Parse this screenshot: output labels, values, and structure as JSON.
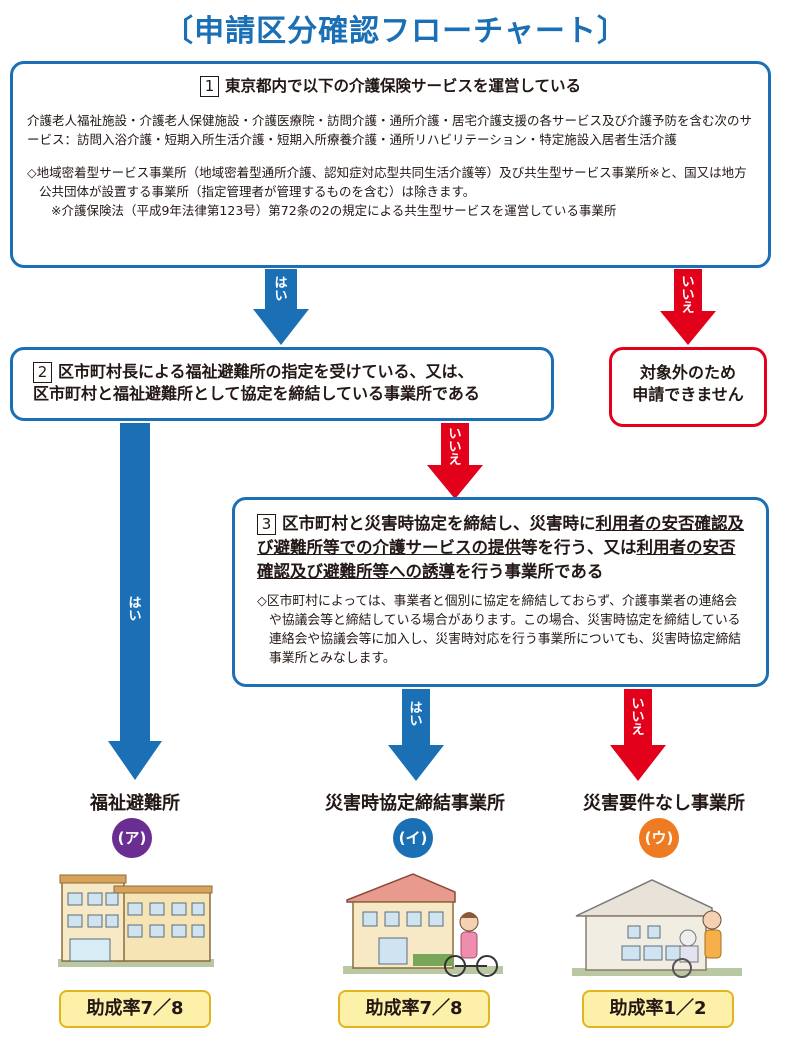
{
  "title": "〔申請区分確認フローチャート〕",
  "q1": {
    "num": "1",
    "heading": "東京都内で以下の介護保険サービスを運営している",
    "services": "介護老人福祉施設・介護老人保健施設・介護医療院・訪問介護・通所介護・居宅介護支援の各サービス及び介護予防を含む次のサービス：訪問入浴介護・短期入所生活介護・短期入所療養介護・通所リハビリテーション・特定施設入居者生活介護",
    "note": "◇地域密着型サービス事業所（地域密着型通所介護、認知症対応型共同生活介護等）及び共生型サービス事業所※と、国又は地方公共団体が設置する事業所（指定管理者が管理するものを含む）は除きます。",
    "footnote": "※介護保険法（平成9年法律第123号）第72条の2の規定による共生型サービスを運営している事業所"
  },
  "q2": {
    "num": "2",
    "line1": "区市町村長による福祉避難所の指定を受けている、又は、",
    "line2": "区市町村と福祉避難所として協定を締結している事業所である"
  },
  "q3": {
    "num": "3",
    "t1": "区市町村と災害時協定を締結し、災害時に",
    "t2": "利用者の安否確認及び避難所等での介護サービスの提供",
    "t3": "等を行う、又は",
    "t4": "利用者の安否確認及び避難所等への誘導",
    "t5": "を行う事業所である",
    "note": "◇区市町村によっては、事業者と個別に協定を締結しておらず、介護事業者の連絡会や協議会等と締結している場合があります。この場合、災害時協定を締結している連絡会や協議会等に加入し、災害時対応を行う事業所についても、災害時協定締結事業所とみなします。"
  },
  "excluded": {
    "line1": "対象外のため",
    "line2": "申請できません"
  },
  "labels": {
    "yes": "はい",
    "no": "いいえ"
  },
  "results": [
    {
      "name": "福祉避難所",
      "mark": "(ア)",
      "rate": "助成率7／8",
      "color": "#6a2d91"
    },
    {
      "name": "災害時協定締結事業所",
      "mark": "(イ)",
      "rate": "助成率7／8",
      "color": "#1a6fb5"
    },
    {
      "name": "災害要件なし事業所",
      "mark": "(ウ)",
      "rate": "助成率1／2",
      "color": "#ee7b21"
    }
  ],
  "colors": {
    "blue": "#1a6fb5",
    "red": "#e2001a",
    "rate_bg": "#fdf0a8"
  }
}
